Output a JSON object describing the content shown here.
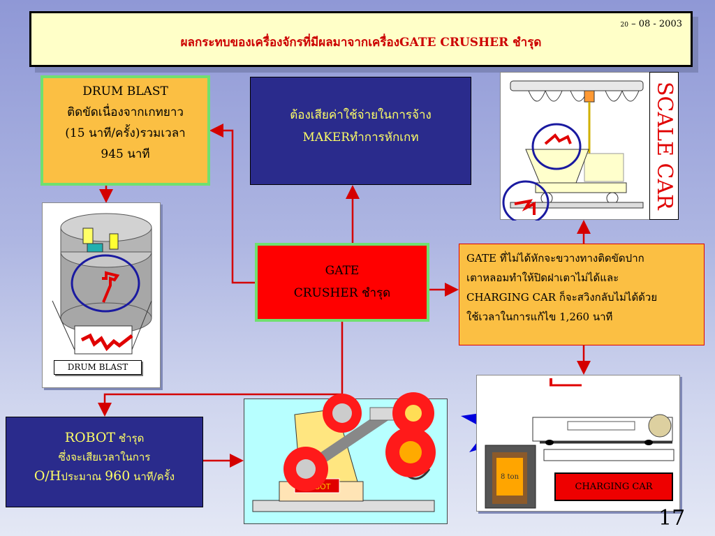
{
  "title": {
    "text": "ผลกระทบของเครื่องจักรที่มีผลมาจากเครื่องGATE CRUSHER ชำรุด",
    "date_day": "20",
    "date_rest": "– 08 - 2003"
  },
  "drum_blast_box": {
    "line1": "DRUM BLAST",
    "line2": "ติดขัดเนื่องจากเกทยาว",
    "line3": "(15 นาที/ครั้ง)รวมเวลา",
    "line4": "945 นาที"
  },
  "cost_box": {
    "line1": "ต้องเสียค่าใช้จ่ายในการจ้าง",
    "line2": "MAKERทำการหักเกท"
  },
  "gate_box": {
    "line1": "GATE",
    "line2": "CRUSHER ชำรุด"
  },
  "effect_box": {
    "line1": "GATE ที่ไม่ได้หักจะขวางทางติดขัดปาก",
    "line2": "เตาหลอมทำให้ปิดฝาเตาไม่ได้และ",
    "line3": "CHARGING CAR ก็จะสวิงกลับไม่ได้ด้วย",
    "line4": "ใช้เวลาในการแก้ไข 1,260 นาที"
  },
  "robot_box": {
    "line1_big": "ROBOT",
    "line1_small": " ชำรุด",
    "line2": "ซึ่งจะเสียเวลาในการ",
    "line3_big": "O/H",
    "line3_mid": "ประมาณ ",
    "line3_big2": "960",
    "line3_end": " นาที/ครั้ง"
  },
  "labels": {
    "scale_car": "SCALE CAR",
    "drum_blast": "DRUM BLAST",
    "charging_car": "CHARGING CAR",
    "robot_tag": "ROBOT",
    "furnace_tag": "8 ton"
  },
  "page_number": "17",
  "colors": {
    "accent_red": "#ff0000",
    "highlight_green": "#6fe06f",
    "orange": "#fbbf43",
    "navy": "#2a2b8c",
    "text_yellow": "#ffff66"
  }
}
